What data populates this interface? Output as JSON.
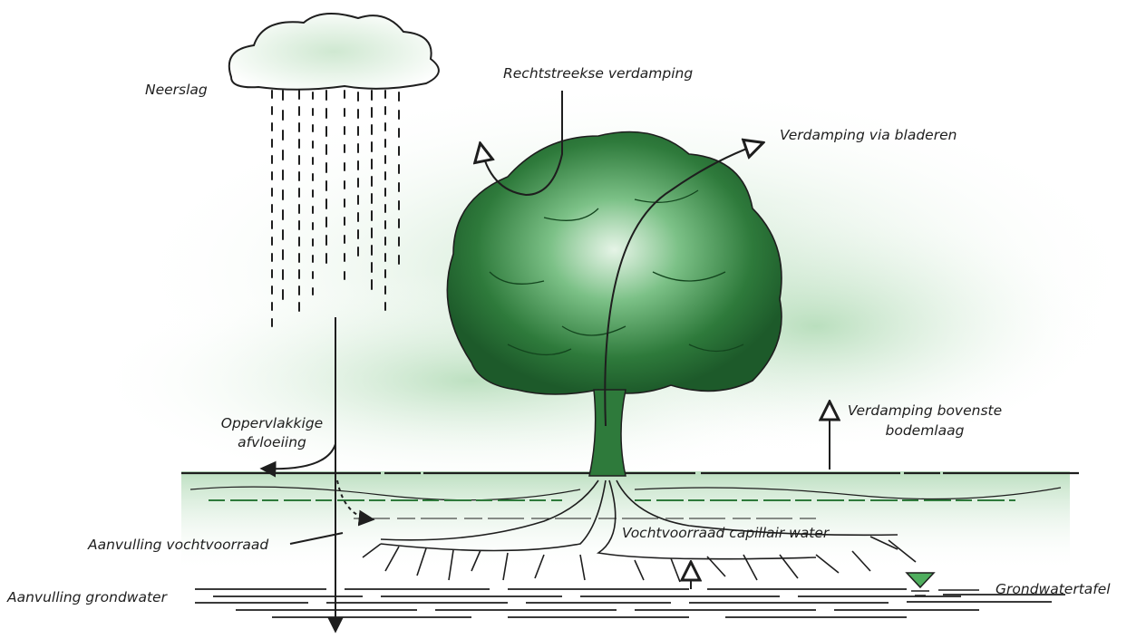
{
  "diagram": {
    "labels": {
      "neerslag": "Neerslag",
      "rechtstreekse_verdamping": "Rechtstreekse verdamping",
      "verdamping_via_bladeren": "Verdamping via bladeren",
      "oppervlakkige_afvloeiing_1": "Oppervlakkige",
      "oppervlakkige_afvloeiing_2": "afvloeiing",
      "verdamping_bovenste_1": "Verdamping bovenste",
      "verdamping_bovenste_2": "bodemlaag",
      "aanvulling_vochtvoorraad": "Aanvulling vochtvoorraad",
      "vochtvoorraad_capillair_water": "Vochtvoorraad capillair water",
      "aanvulling_grondwater": "Aanvulling grondwater",
      "grondwatertafel": "Grondwatertafel"
    },
    "colors": {
      "ink": "#1e1e1e",
      "green_dark": "#2f7a3c",
      "green_mid": "#5aa766",
      "green_light": "#bfe0c2",
      "water_symbol": "#4fae5e"
    }
  }
}
